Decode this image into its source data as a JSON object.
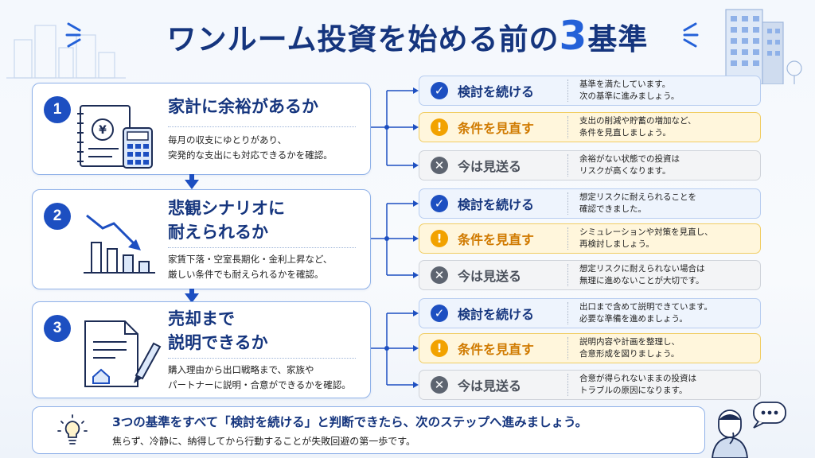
{
  "title": {
    "main": "ワンルーム投資を始める前の",
    "number": "3",
    "suffix": "基準"
  },
  "criteria": [
    {
      "number": "1",
      "title_lines": [
        "家計に余裕があるか"
      ],
      "desc_lines": [
        "毎月の収支にゆとりがあり、",
        "突発的な支出にも対応できるかを確認。"
      ],
      "icon": "calculator-notebook-icon"
    },
    {
      "number": "2",
      "title_lines": [
        "悲観シナリオに",
        "耐えられるか"
      ],
      "desc_lines": [
        "家賃下落・空室長期化・金利上昇など、",
        "厳しい条件でも耐えられるかを確認。"
      ],
      "icon": "declining-chart-icon"
    },
    {
      "number": "3",
      "title_lines": [
        "売却まで",
        "説明できるか"
      ],
      "desc_lines": [
        "購入理由から出口戦略まで、家族や",
        "パートナーに説明・合意ができるかを確認。"
      ],
      "icon": "document-pen-icon"
    }
  ],
  "options": [
    [
      {
        "type": "go",
        "label": "検討を続ける",
        "text": [
          "基準を満たしています。",
          "次の基準に進みましょう。"
        ]
      },
      {
        "type": "rev",
        "label": "条件を見直す",
        "text": [
          "支出の削減や貯蓄の増加など、",
          "条件を見直しましょう。"
        ]
      },
      {
        "type": "skip",
        "label": "今は見送る",
        "text": [
          "余裕がない状態での投資は",
          "リスクが高くなります。"
        ]
      }
    ],
    [
      {
        "type": "go",
        "label": "検討を続ける",
        "text": [
          "想定リスクに耐えられることを",
          "確認できました。"
        ]
      },
      {
        "type": "rev",
        "label": "条件を見直す",
        "text": [
          "シミュレーションや対策を見直し、",
          "再検討しましょう。"
        ]
      },
      {
        "type": "skip",
        "label": "今は見送る",
        "text": [
          "想定リスクに耐えられない場合は",
          "無理に進めないことが大切です。"
        ]
      }
    ],
    [
      {
        "type": "go",
        "label": "検討を続ける",
        "text": [
          "出口まで含めて説明できています。",
          "必要な準備を進めましょう。"
        ]
      },
      {
        "type": "rev",
        "label": "条件を見直す",
        "text": [
          "説明内容や計画を整理し、",
          "合意形成を図りましょう。"
        ]
      },
      {
        "type": "skip",
        "label": "今は見送る",
        "text": [
          "合意が得られないままの投資は",
          "トラブルの原因になります。"
        ]
      }
    ]
  ],
  "bottom": {
    "line1": "3つの基準をすべて「検討を続ける」と判断できたら、次のステップへ進みましょう。",
    "line2": "焦らず、冷静に、納得してから行動することが失敗回避の第一歩です。"
  },
  "colors": {
    "navy": "#15357e",
    "blue": "#1d4fc1",
    "amber": "#f2a200",
    "gray": "#5d6470"
  }
}
